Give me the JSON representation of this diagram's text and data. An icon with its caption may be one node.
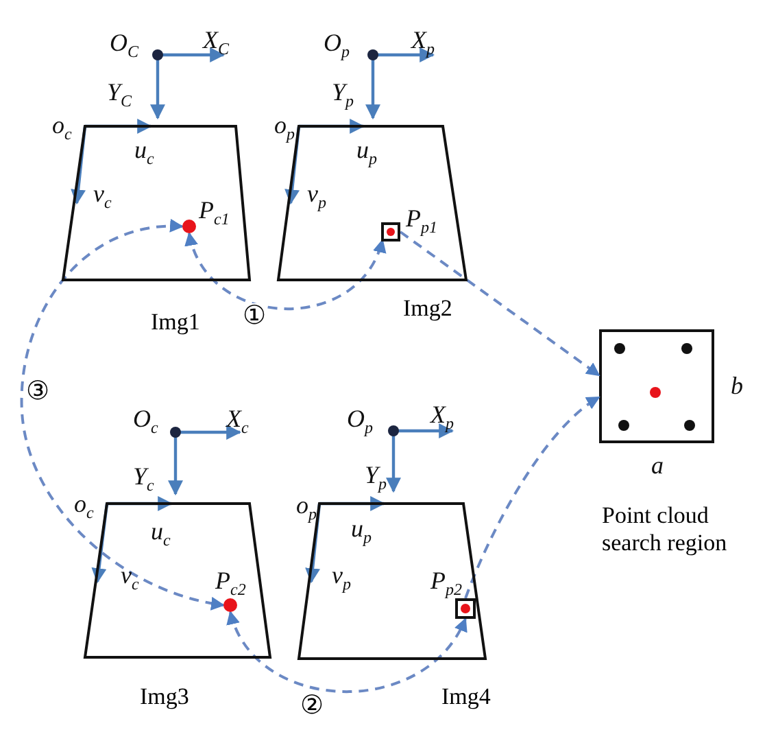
{
  "diagram": {
    "nodes": [
      {
        "text": [
          "Img1"
        ]
      },
      {
        "text": [
          "Img2"
        ]
      },
      {
        "text": [
          "Img3"
        ]
      },
      {
        "text": [
          "Img4"
        ]
      },
      {
        "text": [
          "P$_{c1}$"
        ],
        "in": 0
      },
      {
        "text": [
          "P$_{p1}$"
        ],
        "in": 1
      },
      {
        "text": [
          "P$_{c2}$"
        ],
        "in": 2
      },
      {
        "text": [
          "P$_{p2}$"
        ],
        "in": 3
      },
      {
        "text": [
          "Point cloud search region"
        ],
        "beside": [
          "b",
          "a"
        ]
      }
    ],
    "edges": [
      {
        "from": 4,
        "to": 5,
        "arrow": "both",
        "label": "①",
        "style": "dashed"
      },
      {
        "from": 6,
        "to": 7,
        "arrow": "both",
        "label": "②",
        "style": "dashed"
      },
      {
        "from": 4,
        "to": 6,
        "arrow": "both",
        "label": "③",
        "style": "dashed"
      },
      {
        "from": 5,
        "to": 8,
        "arrow": "to",
        "style": "dashed"
      },
      {
        "from": 7,
        "to": 8,
        "arrow": "to",
        "style": "dashed"
      }
    ],
    "labels": [
      "O$_{C}$",
      "X$_{C}$",
      "Y$_{C}$",
      "o$_{c}$",
      "u$_{c}$",
      "v$_{c}$",
      "O$_{p}$",
      "X$_{p}$",
      "Y$_{p}$",
      "o$_{p}$",
      "u$_{p}$",
      "v$_{p}$",
      "O$_{c}$",
      "X$_{c}$",
      "Y$_{c}$",
      "o$_{c}$",
      "u$_{c}$",
      "v$_{c}$",
      "O$_{p}$",
      "X$_{p}$",
      "Y$_{p}$",
      "o$_{p}$",
      "u$_{p}$",
      "v$_{p}$"
    ]
  }
}
